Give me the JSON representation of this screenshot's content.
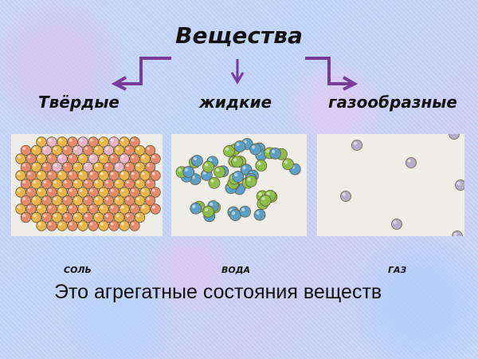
{
  "slide": {
    "title": "Вещества",
    "categories": [
      {
        "label": "Твёрдые",
        "arrow": "left-arrow"
      },
      {
        "label": "жидкие",
        "arrow": "down-arrow"
      },
      {
        "label": "газообразные",
        "arrow": "right-arrow"
      }
    ],
    "panels": [
      {
        "label": "СОЛЬ",
        "state": "solid",
        "particle_colors": [
          "#e8b64a",
          "#e58a6a",
          "#e8b4c8"
        ]
      },
      {
        "label": "ВОДА",
        "state": "liquid",
        "particle_colors": [
          "#5aa0c8",
          "#8cc04a"
        ]
      },
      {
        "label": "ГАЗ",
        "state": "gas",
        "particle_colors": [
          "#b4aec8"
        ]
      }
    ],
    "caption": "Это агрегатные состояния веществ",
    "colors": {
      "arrow": "#7a3a9a",
      "text": "#111111",
      "panel_bg": "#efede8"
    }
  }
}
